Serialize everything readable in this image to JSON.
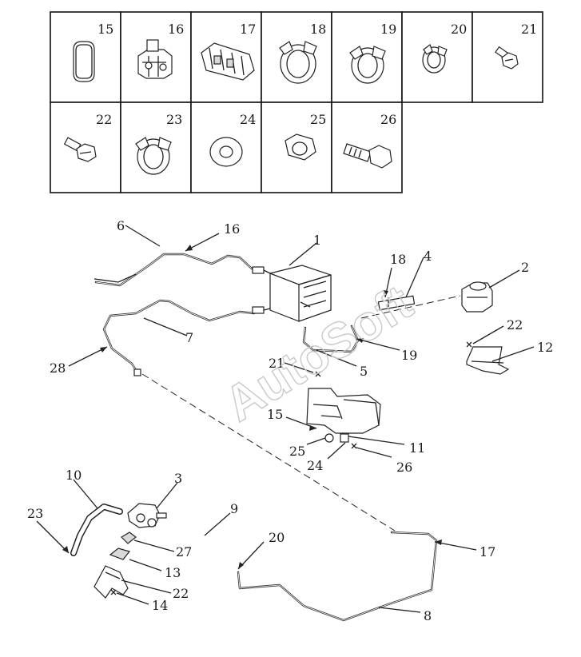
{
  "catalog": {
    "row1": [
      "15",
      "16",
      "17",
      "18",
      "19",
      "20",
      "21"
    ],
    "row2": [
      "22",
      "23",
      "24",
      "25",
      "26"
    ]
  },
  "callouts": {
    "c1": "1",
    "c2": "2",
    "c3": "3",
    "c4": "4",
    "c5": "5",
    "c6": "6",
    "c7": "7",
    "c8": "8",
    "c9": "9",
    "c10": "10",
    "c11": "11",
    "c12": "12",
    "c13": "13",
    "c14": "14",
    "c15": "15",
    "c16": "16",
    "c17": "17",
    "c18": "18",
    "c19": "19",
    "c20": "20",
    "c21": "21",
    "c22a": "22",
    "c22b": "22",
    "c23": "23",
    "c24": "24",
    "c25": "25",
    "c26": "26",
    "c27": "27",
    "c28": "28"
  },
  "watermark": "AutoSoft"
}
